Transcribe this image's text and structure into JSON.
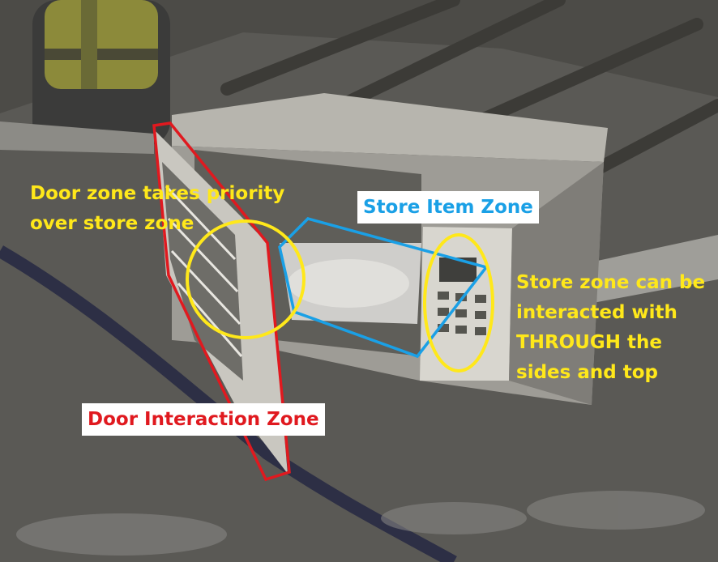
{
  "annotations": {
    "door_priority": [
      "Door zone takes priority",
      "over store zone"
    ],
    "store_item_zone": "Store Item Zone",
    "store_through": [
      "Store zone can be",
      "interacted with",
      "THROUGH the",
      "sides and top"
    ],
    "door_interaction_zone": "Door Interaction Zone"
  },
  "colors": {
    "annotation_yellow": "#ffe81a",
    "door_zone_red": "#e0191f",
    "store_zone_blue": "#1aa0e6",
    "label_box_white": "#ffffff"
  },
  "icons": {
    "door_zone_outline": "red-quadrilateral-outline",
    "store_zone_outline": "blue-polygon-outline",
    "priority_highlight": "yellow-ellipse-outline",
    "panel_highlight": "yellow-ellipse-outline"
  }
}
